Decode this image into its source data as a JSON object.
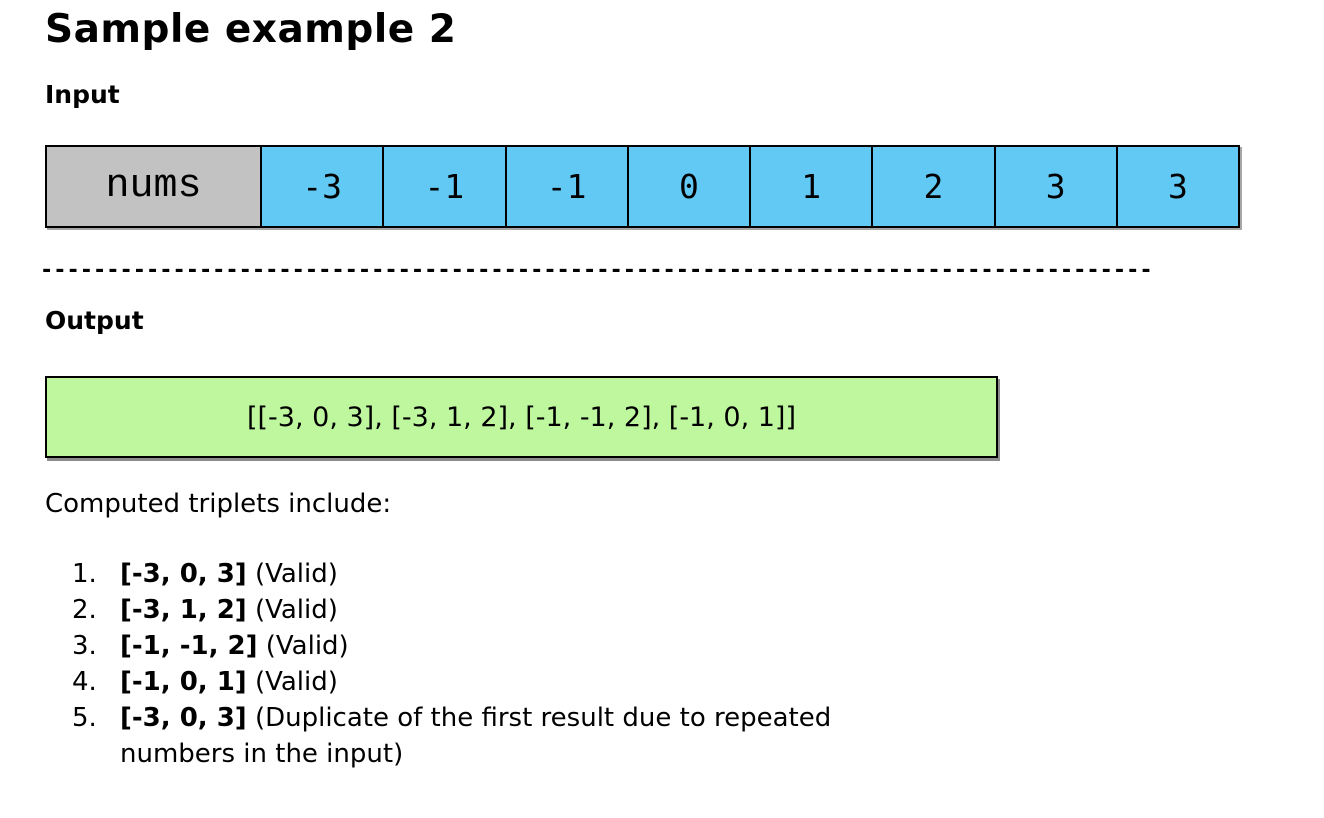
{
  "page": {
    "title": "Sample example 2",
    "input_label": "Input",
    "output_label": "Output",
    "divider": "------------------------------------------------------------------------------------",
    "intro": "Computed triplets include:"
  },
  "input_table": {
    "row_label": "nums",
    "values": [
      "-3",
      "-1",
      "-1",
      "0",
      "1",
      "2",
      "3",
      "3"
    ]
  },
  "output": {
    "value": "[[-3, 0, 3], [-3, 1, 2], [-1, -1, 2], [-1, 0, 1]]"
  },
  "triplets": [
    {
      "num": "1.",
      "triplet": "[-3, 0, 3]",
      "note": "(Valid)"
    },
    {
      "num": "2.",
      "triplet": "[-3, 1, 2]",
      "note": "(Valid)"
    },
    {
      "num": "3.",
      "triplet": "[-1, -1, 2]",
      "note": "(Valid)"
    },
    {
      "num": "4.",
      "triplet": "[-1, 0, 1]",
      "note": "(Valid)"
    },
    {
      "num": "5.",
      "triplet": "[-3, 0, 3]",
      "note": "(Duplicate of the first result due to repeated numbers in the input)"
    }
  ],
  "colors": {
    "array_cell_bg": "#62c9f5",
    "array_label_bg": "#c2c2c2",
    "output_box_bg": "#bef79e",
    "border": "#000000",
    "text": "#000000",
    "page_bg": "#ffffff"
  }
}
